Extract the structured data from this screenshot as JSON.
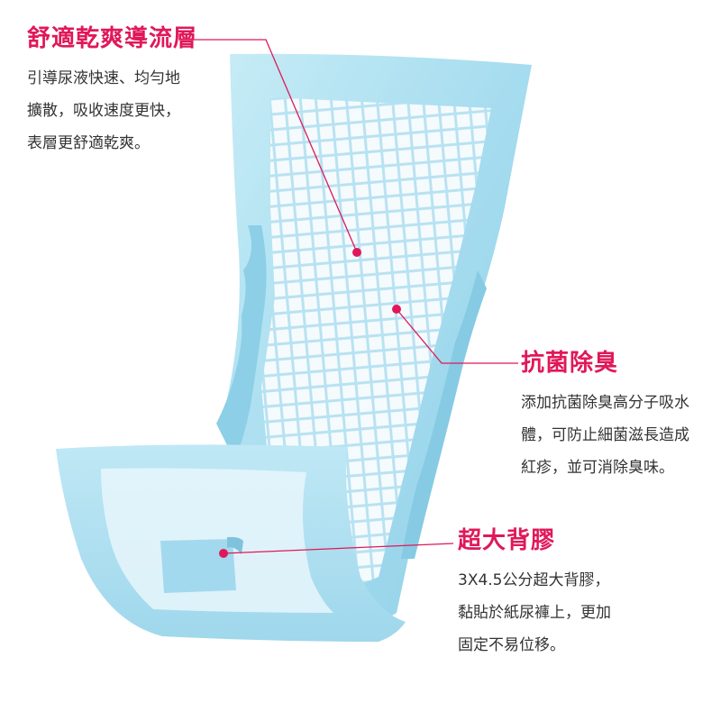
{
  "colors": {
    "accent": "#e0185a",
    "body_text": "#333333",
    "pad_blue": "#a9dff0",
    "pad_inner": "#f4fbfd"
  },
  "callouts": [
    {
      "title": "舒適乾爽導流層",
      "lines": [
        "引導尿液快速、均勻地",
        "擴散，吸收速度更快，",
        "表層更舒適乾爽。"
      ]
    },
    {
      "title": "抗菌除臭",
      "lines": [
        "添加抗菌除臭高分子吸水",
        "體，可防止細菌滋長造成",
        "紅疹，並可消除臭味。"
      ]
    },
    {
      "title": "超大背膠",
      "lines": [
        "3X4.5公分超大背膠，",
        "黏貼於紙尿褲上，更加",
        "固定不易位移。"
      ]
    }
  ]
}
